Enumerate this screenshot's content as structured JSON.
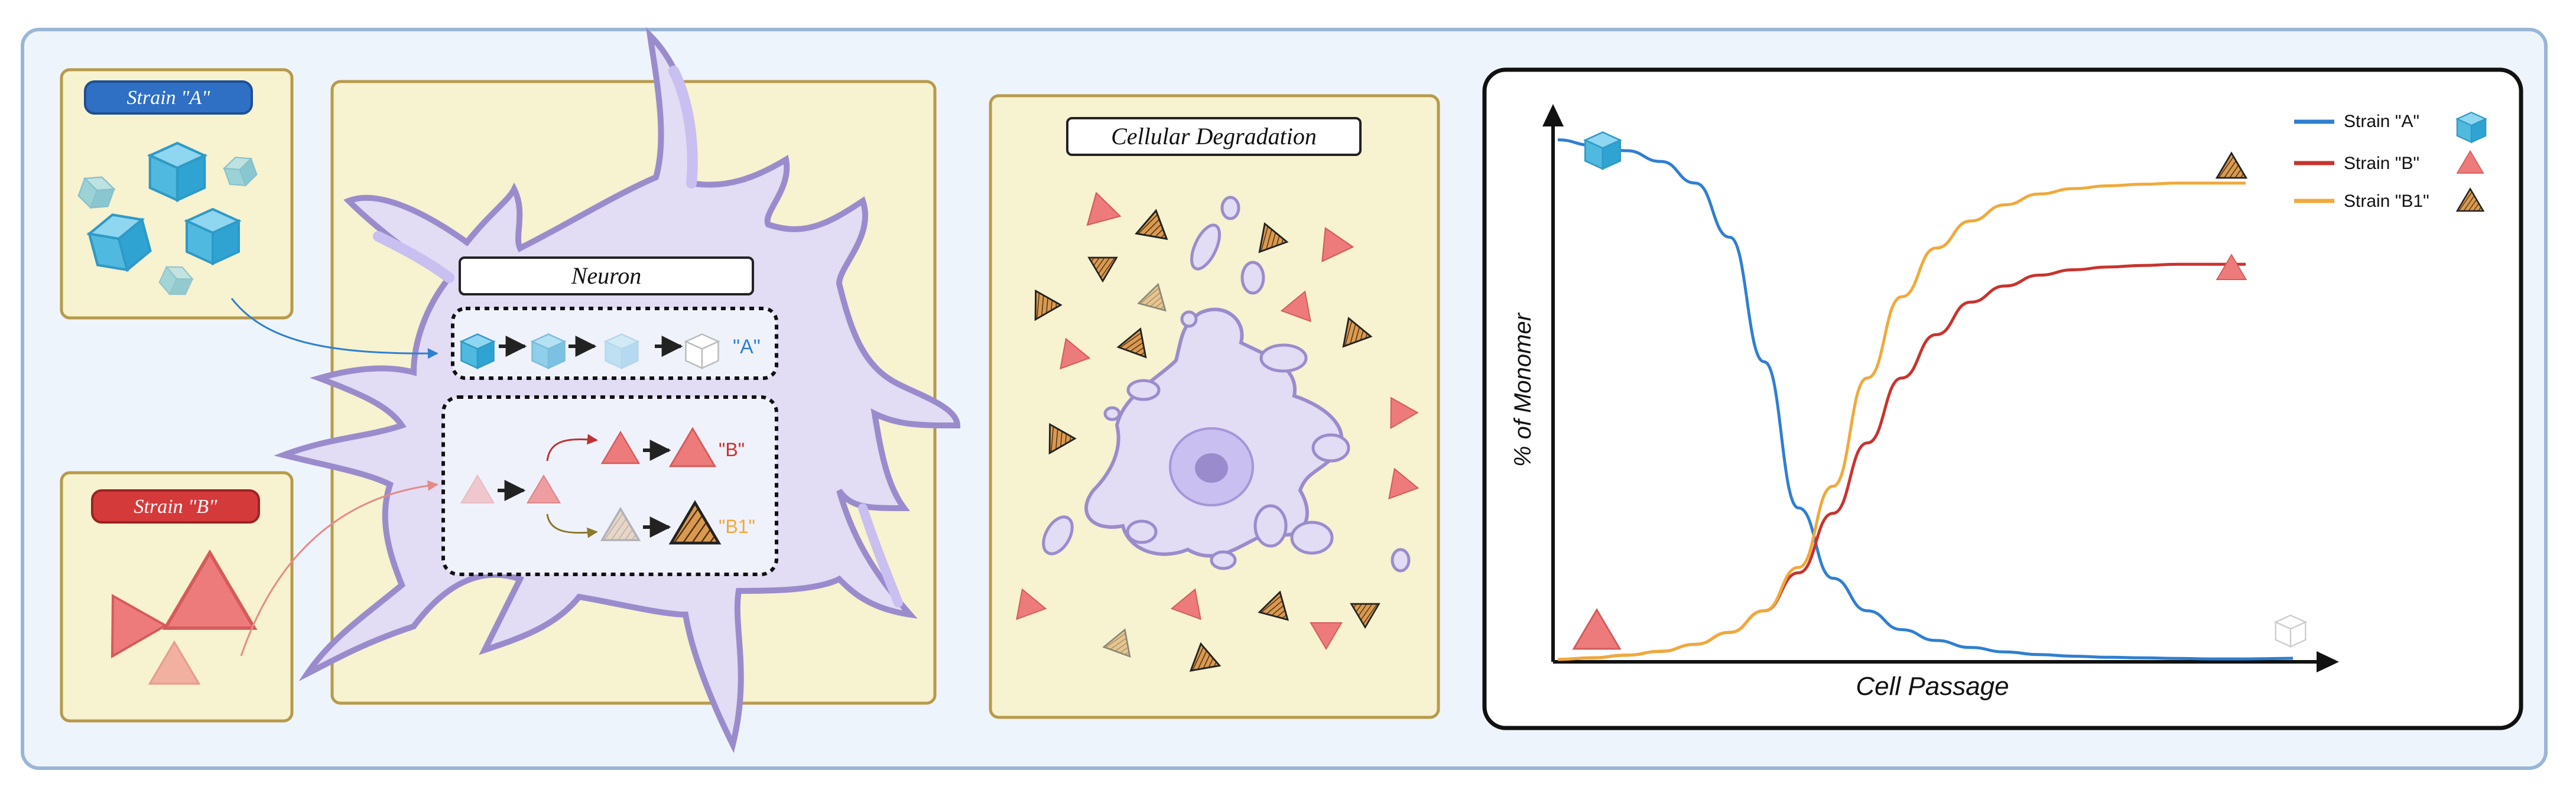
{
  "panel_strain_a": {
    "label": "Strain \"A\""
  },
  "panel_strain_b": {
    "label": "Strain \"B\""
  },
  "neuron": {
    "title": "Neuron",
    "pathway_a_end_label": "\"A\"",
    "pathway_b_end_label": "\"B\"",
    "pathway_b1_end_label": "\"B1\""
  },
  "degradation": {
    "title": "Cellular Degradation"
  },
  "colors": {
    "strain_a": "#2f7fd0",
    "strain_b": "#c8332f",
    "strain_b1": "#f0a93a",
    "cube": "#4fb9e0",
    "triangle": "#ee7b7b",
    "hatched_triangle": "#c98a3c",
    "panel_fill": "#f7f2cf",
    "panel_border": "#b79a4a",
    "outer_fill": "#eef4fb",
    "outer_border": "#9ab6d6",
    "cell_fill": "#e2dcf4",
    "cell_border": "#9a8ccc"
  },
  "chart_data": {
    "type": "line",
    "xlabel": "Cell Passage",
    "ylabel": "% of Monomer",
    "x_ticks": false,
    "y_ticks": false,
    "legend_position": "top-right",
    "series": [
      {
        "name": "Strain \"A\"",
        "color": "#2f7fd0",
        "marker": "cube-icon",
        "values": [
          0.96,
          0.95,
          0.94,
          0.92,
          0.88,
          0.78,
          0.55,
          0.28,
          0.15,
          0.09,
          0.055,
          0.035,
          0.022,
          0.014,
          0.009,
          0.006,
          0.004,
          0.003,
          0.002,
          0.001,
          0.001
        ]
      },
      {
        "name": "Strain \"B\"",
        "color": "#c8332f",
        "marker": "triangle-icon",
        "values": [
          0.0,
          0.003,
          0.008,
          0.015,
          0.028,
          0.05,
          0.09,
          0.16,
          0.27,
          0.4,
          0.52,
          0.6,
          0.66,
          0.69,
          0.71,
          0.72,
          0.725,
          0.728,
          0.73,
          0.73,
          0.73
        ]
      },
      {
        "name": "Strain \"B1\"",
        "color": "#f0a93a",
        "marker": "hatched-triangle-icon",
        "values": [
          0.0,
          0.003,
          0.008,
          0.015,
          0.028,
          0.05,
          0.09,
          0.17,
          0.32,
          0.52,
          0.67,
          0.76,
          0.81,
          0.84,
          0.86,
          0.87,
          0.875,
          0.878,
          0.88,
          0.88,
          0.88
        ]
      }
    ]
  }
}
